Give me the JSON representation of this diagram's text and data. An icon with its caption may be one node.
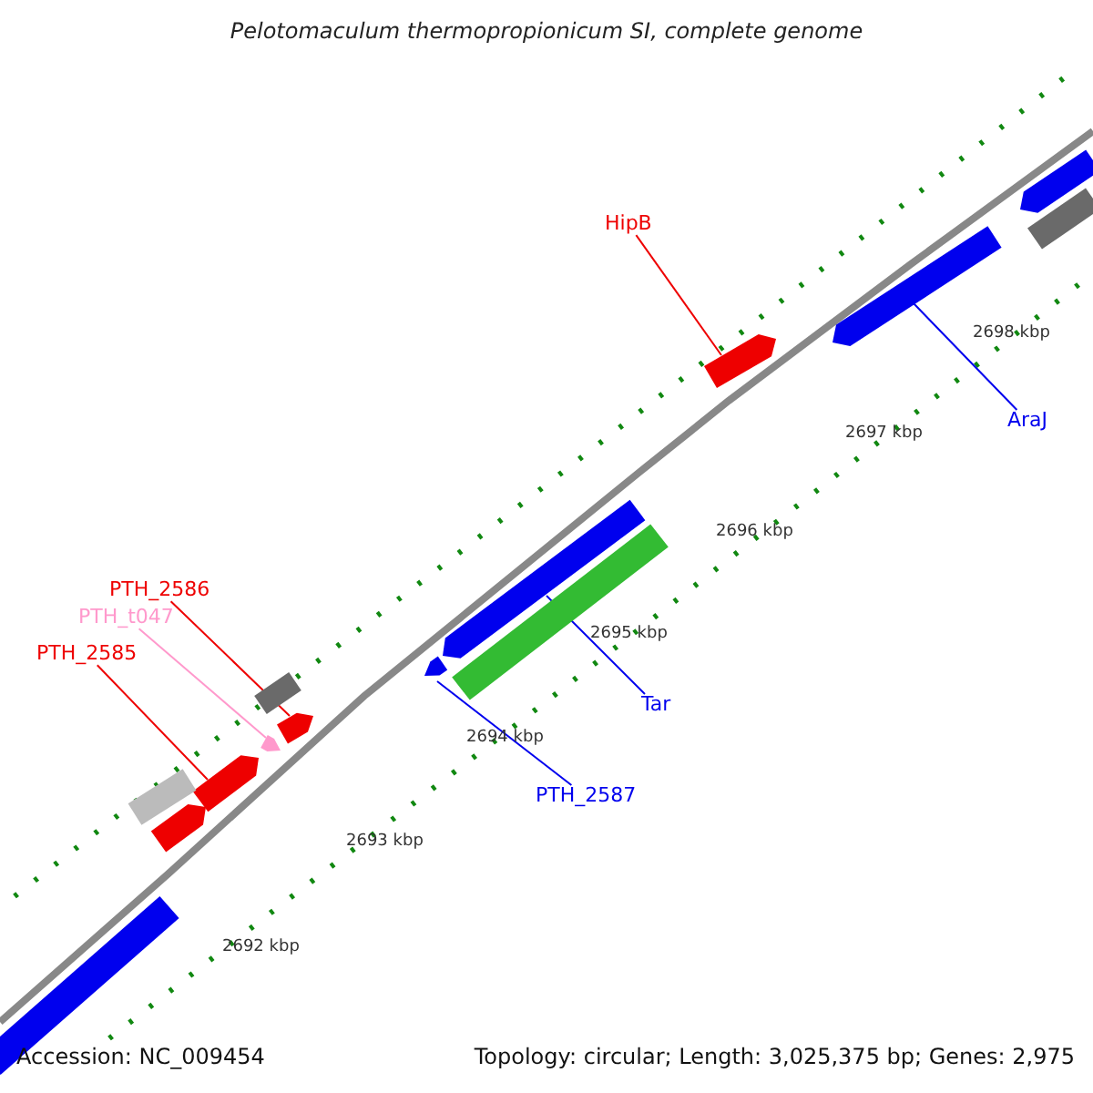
{
  "diagram": {
    "title": "Pelotomaculum thermopropionicum SI, complete genome",
    "nodes": [
      {
        "text": [
          "HipB"
        ]
      },
      {
        "text": [
          "AraJ"
        ]
      },
      {
        "text": [
          "PTH_2586"
        ]
      },
      {
        "text": [
          "PTH_t047"
        ]
      },
      {
        "text": [
          "PTH_2585"
        ]
      },
      {
        "text": [
          "Tar"
        ]
      },
      {
        "text": [
          "PTH_2587"
        ]
      },
      {
        "text": [],
        "shape": "bar"
      },
      {
        "text": [],
        "shape": "bar"
      },
      {
        "text": [],
        "shape": "bar"
      },
      {
        "text": [],
        "shape": "bar"
      },
      {
        "text": [],
        "shape": "bar"
      },
      {
        "text": [],
        "shape": "bar"
      },
      {
        "text": [],
        "shape": "bar"
      },
      {
        "text": [],
        "shape": "bar"
      },
      {
        "text": [],
        "shape": "bar"
      },
      {
        "text": [],
        "shape": "bar"
      },
      {
        "text": [],
        "shape": "bar"
      },
      {
        "text": [],
        "shape": "bar"
      },
      {
        "text": [],
        "shape": "bar"
      },
      {
        "text": [],
        "shape": "bar"
      }
    ],
    "edges": [
      {
        "from": 0,
        "to": 10,
        "arrow": "none",
        "color": "#ee0000"
      },
      {
        "from": 1,
        "to": 9,
        "arrow": "none",
        "color": "#0000ee"
      },
      {
        "from": 2,
        "to": 15,
        "arrow": "none",
        "color": "#ee0000"
      },
      {
        "from": 3,
        "to": 16,
        "arrow": "none",
        "color": "#ff99cc"
      },
      {
        "from": 4,
        "to": 17,
        "arrow": "none",
        "color": "#ee0000"
      },
      {
        "from": 5,
        "to": 11,
        "arrow": "none",
        "color": "#0000ee"
      },
      {
        "from": 6,
        "to": 13,
        "arrow": "none",
        "color": "#0000ee"
      }
    ],
    "labels": [
      "2698 kbp",
      "2697 kbp",
      "2696 kbp",
      "2695 kbp",
      "2694 kbp",
      "2693 kbp",
      "2692 kbp",
      "Accession: NC_009454",
      "Topology: circular; Length: 3,025,375 bp; Genes: 2,975"
    ]
  }
}
